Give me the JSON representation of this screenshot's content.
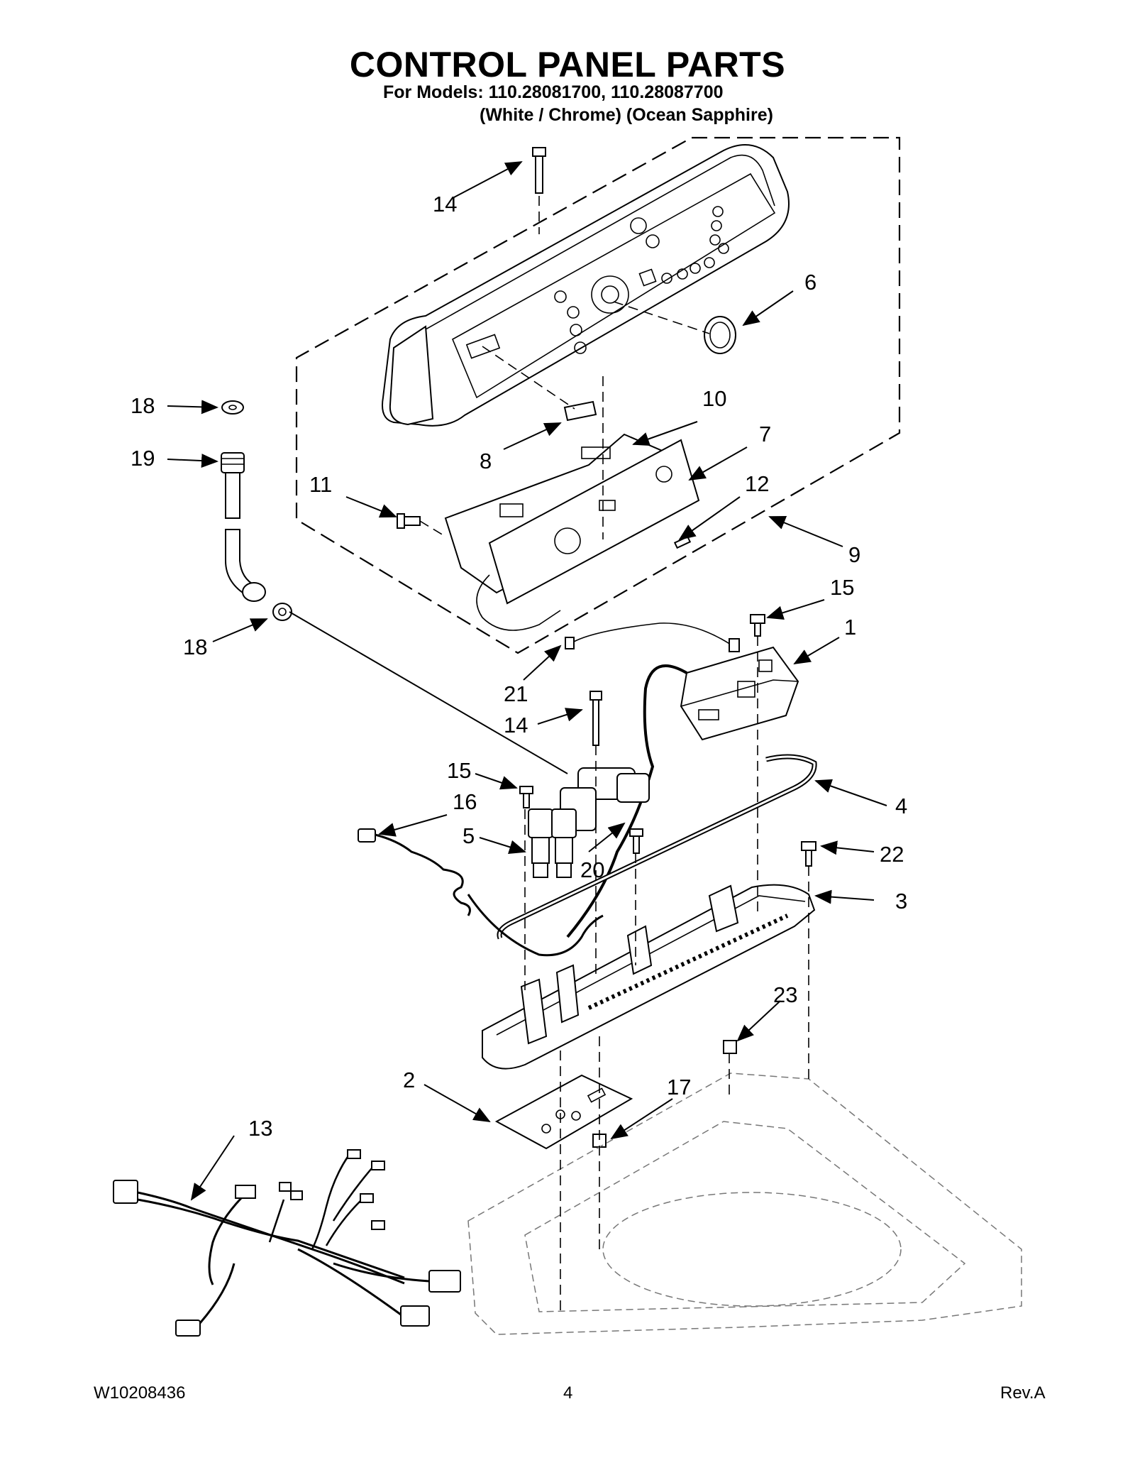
{
  "header": {
    "title": "CONTROL PANEL PARTS",
    "models_line": "For Models: 110.28081700, 110.28087700",
    "variants_line": "(White / Chrome) (Ocean Sapphire)"
  },
  "callouts": {
    "c14a": "14",
    "c6": "6",
    "c18a": "18",
    "c10": "10",
    "c19": "19",
    "c7": "7",
    "c8": "8",
    "c11": "11",
    "c12": "12",
    "c9": "9",
    "c15a": "15",
    "c18b": "18",
    "c1": "1",
    "c21": "21",
    "c14b": "14",
    "c15b": "15",
    "c16": "16",
    "c4": "4",
    "c5": "5",
    "c20": "20",
    "c22": "22",
    "c3": "3",
    "c23": "23",
    "c2": "2",
    "c17": "17",
    "c13": "13"
  },
  "footer": {
    "doc_number": "W10208436",
    "page_number": "4",
    "revision": "Rev.A"
  }
}
